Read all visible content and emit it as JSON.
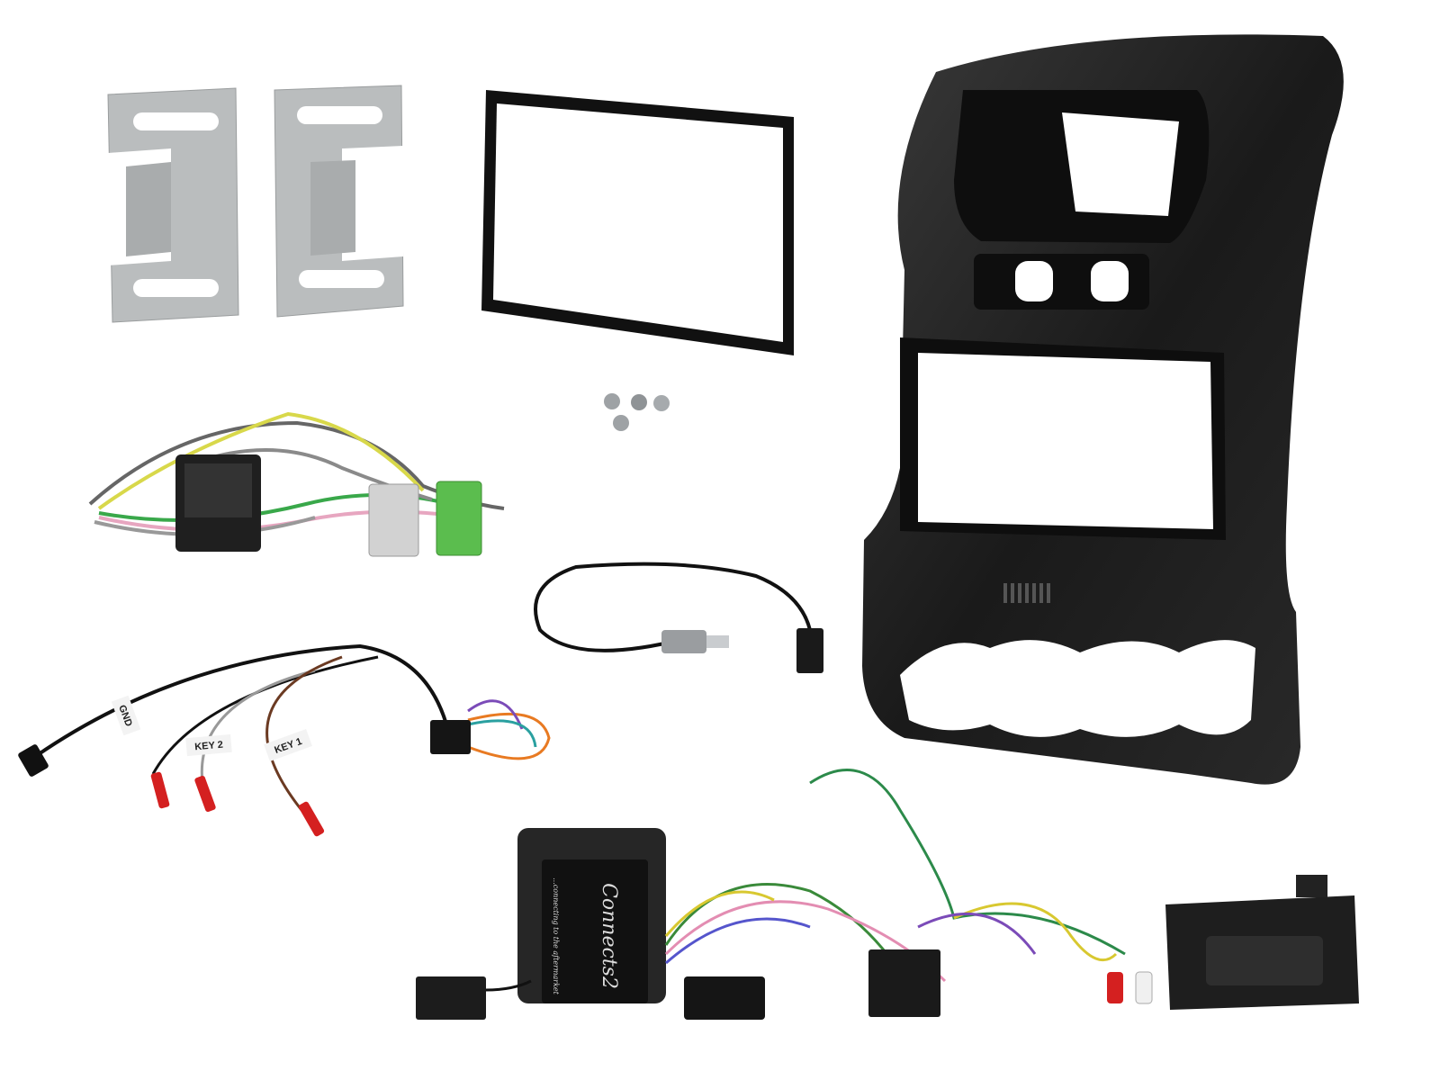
{
  "scene": {
    "background": "#ffffff",
    "items": [
      "mounting-brackets",
      "cage-frame",
      "screws",
      "double-din-fascia",
      "patch-harness",
      "antenna-adapter",
      "steering-control-lead",
      "steering-interface-box",
      "interface-harness",
      "speaker-module"
    ]
  },
  "wire_labels": {
    "gnd": "GND",
    "key2": "KEY 2",
    "key1": "KEY 1"
  },
  "interface_box": {
    "brand": "Connects2",
    "tagline": "...connecting to the aftermarket"
  },
  "colors": {
    "fascia": "#1c1c1c",
    "bracket": "#b9bcbd",
    "wire_red_pin": "#d42020"
  }
}
